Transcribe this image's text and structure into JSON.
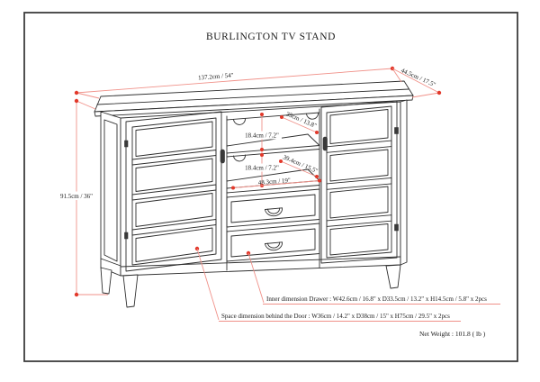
{
  "page": {
    "title": "BURLINGTON TV STAND"
  },
  "dimensions": {
    "width": "137.2cm / 54\"",
    "depth": "44.5cm / 17.5\"",
    "height": "91.5cm / 36\"",
    "shelf_depth_top": "35cm / 13.8\"",
    "shelf_height_top": "18.4cm / 7.2\"",
    "shelf_height_bottom": "18.4cm / 7.2\"",
    "shelf_depth_bottom": "39.4cm / 15.5\"",
    "opening_width": "48.3cm / 19\""
  },
  "notes": {
    "drawer": "Inner dimension Drawer : W42.6cm / 16.8\" x D33.5cm / 13.2\" x H14.5cm / 5.8\" x 2pcs",
    "door": "Space dimension behind the Door  : W36cm / 14.2\" x D38cm / 15\" x H75cm / 29.5\" x 2pcs",
    "net_weight": "Net Weight : 101.8 ( lb )"
  },
  "colors": {
    "dimension_line": "#f09189",
    "dimension_dot": "#e2382a",
    "line_art": "#2e2e2e",
    "text": "#1b1b1b",
    "page_border": "#3c3c3c",
    "background": "#ffffff"
  }
}
